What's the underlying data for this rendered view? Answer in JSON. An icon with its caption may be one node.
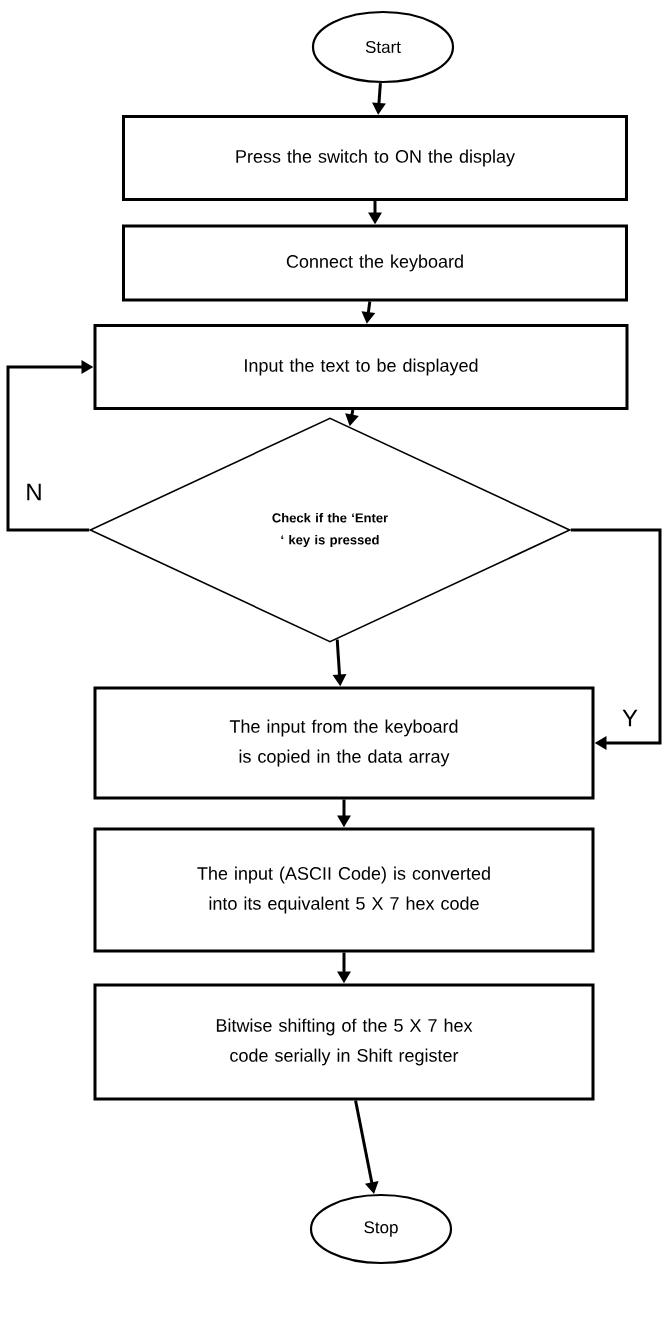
{
  "diagram": {
    "nodes": [
      {
        "text": [
          "Start"
        ]
      },
      {
        "text": [
          "Press the switch to ON the display"
        ]
      },
      {
        "text": [
          "Connect the keyboard"
        ]
      },
      {
        "text": [
          "Input the text to be displayed"
        ]
      },
      {
        "text": [
          "Check if the ‘Enter ‘ key is pressed"
        ]
      },
      {
        "text": [
          "The input from the keyboard is copied in the data array"
        ]
      },
      {
        "text": [
          "The input (ASCII Code) is converted into its equivalent 5 X 7 hex code"
        ]
      },
      {
        "text": [
          "Bitwise shifting of the 5 X 7 hex code serially in Shift register"
        ]
      },
      {
        "text": [
          "Stop"
        ]
      }
    ],
    "edges": [
      {
        "from": 0,
        "to": 1,
        "arrow": "to"
      },
      {
        "from": 1,
        "to": 2,
        "arrow": "to"
      },
      {
        "from": 2,
        "to": 3,
        "arrow": "to"
      },
      {
        "from": 3,
        "to": 4,
        "arrow": "to"
      },
      {
        "from": 4,
        "to": 5,
        "arrow": "to"
      },
      {
        "from": 4,
        "to": 3,
        "arrow": "to",
        "label": "N"
      },
      {
        "from": 4,
        "to": 5,
        "arrow": "to",
        "label": "Y"
      },
      {
        "from": 5,
        "to": 6,
        "arrow": "to"
      },
      {
        "from": 6,
        "to": 7,
        "arrow": "to"
      },
      {
        "from": 7,
        "to": 8,
        "arrow": "to"
      }
    ]
  }
}
